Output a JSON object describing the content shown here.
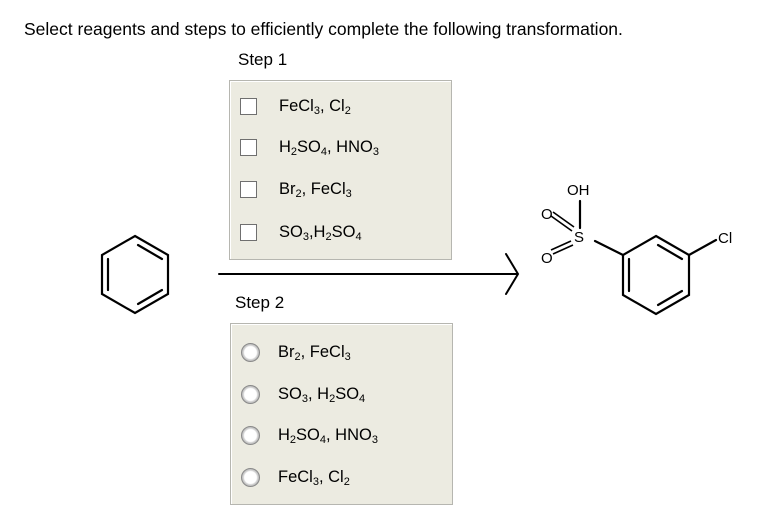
{
  "question": "Select reagents and steps to efficiently complete the following transformation.",
  "step1": {
    "label": "Step 1",
    "options": [
      {
        "parts": [
          [
            "FeCl",
            ""
          ],
          [
            "3",
            "sub"
          ],
          [
            ", Cl",
            ""
          ],
          [
            "2",
            "sub"
          ]
        ],
        "checked": false
      },
      {
        "parts": [
          [
            "H",
            ""
          ],
          [
            "2",
            "sub"
          ],
          [
            "SO",
            ""
          ],
          [
            "4",
            "sub"
          ],
          [
            ", HNO",
            ""
          ],
          [
            "3",
            "sub"
          ]
        ],
        "checked": false
      },
      {
        "parts": [
          [
            "Br",
            ""
          ],
          [
            "2",
            "sub"
          ],
          [
            ", FeCl",
            ""
          ],
          [
            "3",
            "sub"
          ]
        ],
        "checked": false
      },
      {
        "parts": [
          [
            "SO",
            ""
          ],
          [
            "3",
            "sub"
          ],
          [
            ",H",
            ""
          ],
          [
            "2",
            "sub"
          ],
          [
            "SO",
            ""
          ],
          [
            "4",
            "sub"
          ]
        ],
        "checked": false
      }
    ]
  },
  "step2": {
    "label": "Step 2",
    "options": [
      {
        "parts": [
          [
            "Br",
            ""
          ],
          [
            "2",
            "sub"
          ],
          [
            ", FeCl",
            ""
          ],
          [
            "3",
            "sub"
          ]
        ],
        "selected": false
      },
      {
        "parts": [
          [
            "SO",
            ""
          ],
          [
            "3",
            "sub"
          ],
          [
            ", H",
            ""
          ],
          [
            "2",
            "sub"
          ],
          [
            "SO",
            ""
          ],
          [
            "4",
            "sub"
          ]
        ],
        "selected": false
      },
      {
        "parts": [
          [
            "H",
            ""
          ],
          [
            "2",
            "sub"
          ],
          [
            "SO",
            ""
          ],
          [
            "4",
            "sub"
          ],
          [
            ", HNO",
            ""
          ],
          [
            "3",
            "sub"
          ]
        ],
        "selected": false
      },
      {
        "parts": [
          [
            "FeCl",
            ""
          ],
          [
            "3",
            "sub"
          ],
          [
            ", Cl",
            ""
          ],
          [
            "2",
            "sub"
          ]
        ],
        "selected": false
      }
    ]
  },
  "product_atoms": {
    "oh": "OH",
    "s": "S",
    "o_top": "O",
    "o_bottom": "O",
    "cl": "Cl"
  }
}
